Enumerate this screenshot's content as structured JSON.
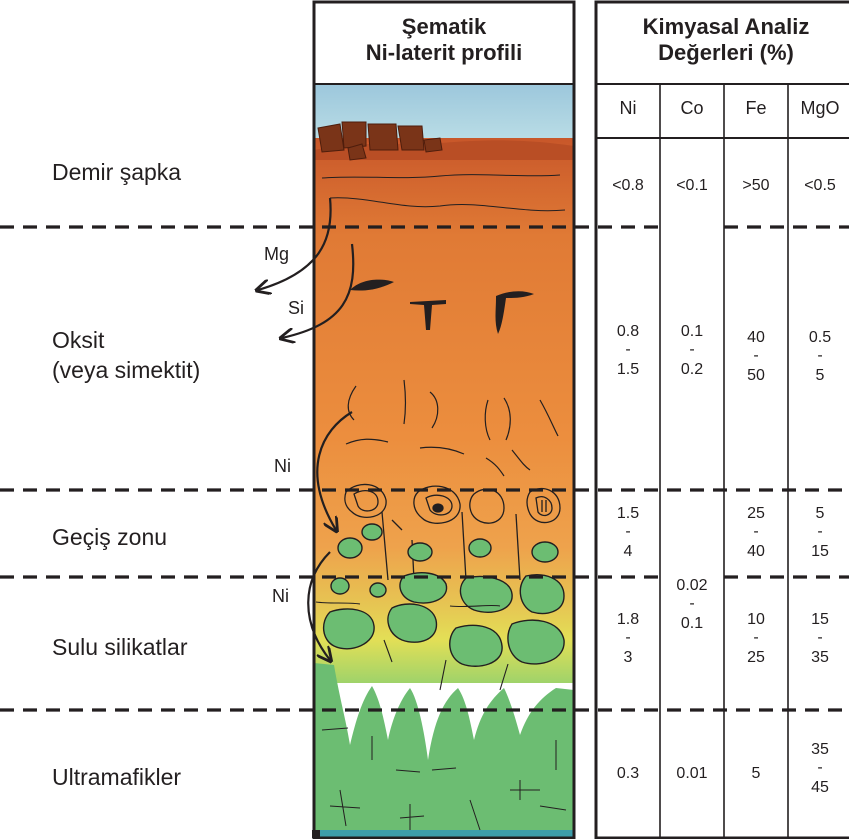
{
  "profile_title": [
    "Şematik",
    "Ni-laterit profili"
  ],
  "analysis_title": [
    "Kimyasal Analiz",
    "Değerleri (%)"
  ],
  "columns": [
    "Ni",
    "Co",
    "Fe",
    "MgO"
  ],
  "zones": [
    {
      "label": "Demir şapka",
      "values": {
        "ni": "<0.8",
        "co": "<0.1",
        "fe": ">50",
        "mgo": "<0.5"
      }
    },
    {
      "label": "Oksit\n(veya simektit)",
      "values": {
        "ni": [
          "0.8",
          "-",
          "1.5"
        ],
        "co": [
          "0.1",
          "-",
          "0.2"
        ],
        "fe": [
          "40",
          "-",
          "50"
        ],
        "mgo": [
          "0.5",
          "-",
          "5"
        ]
      }
    },
    {
      "label": "Geçiş zonu",
      "values": {
        "ni": [
          "1.5",
          "-",
          "4"
        ],
        "fe": [
          "25",
          "-",
          "40"
        ],
        "mgo": [
          "5",
          "-",
          "15"
        ]
      }
    },
    {
      "label": "Sulu silikatlar",
      "values": {
        "ni": [
          "1.8",
          "-",
          "3"
        ],
        "fe": [
          "10",
          "-",
          "25"
        ],
        "mgo": [
          "15",
          "-",
          "35"
        ]
      }
    },
    {
      "label": "Ultramafikler",
      "values": {
        "ni": "0.3",
        "co": "0.01",
        "fe": "5",
        "mgo": [
          "35",
          "-",
          "45"
        ]
      }
    }
  ],
  "co_shared_range": [
    "0.02",
    "-",
    "0.1"
  ],
  "arrow_labels": {
    "mg": "Mg",
    "si": "Si",
    "ni_upper": "Ni",
    "ni_lower": "Ni"
  },
  "colors": {
    "sky": "#a9d6e2",
    "iron_cap": "#c8572a",
    "oxide": "#e98a3c",
    "transition": "#e99a48",
    "saprolite_yellow": "#e6de53",
    "ultramafic_green": "#6cbd72",
    "boulder": "#7a3418",
    "line": "#231f20"
  }
}
